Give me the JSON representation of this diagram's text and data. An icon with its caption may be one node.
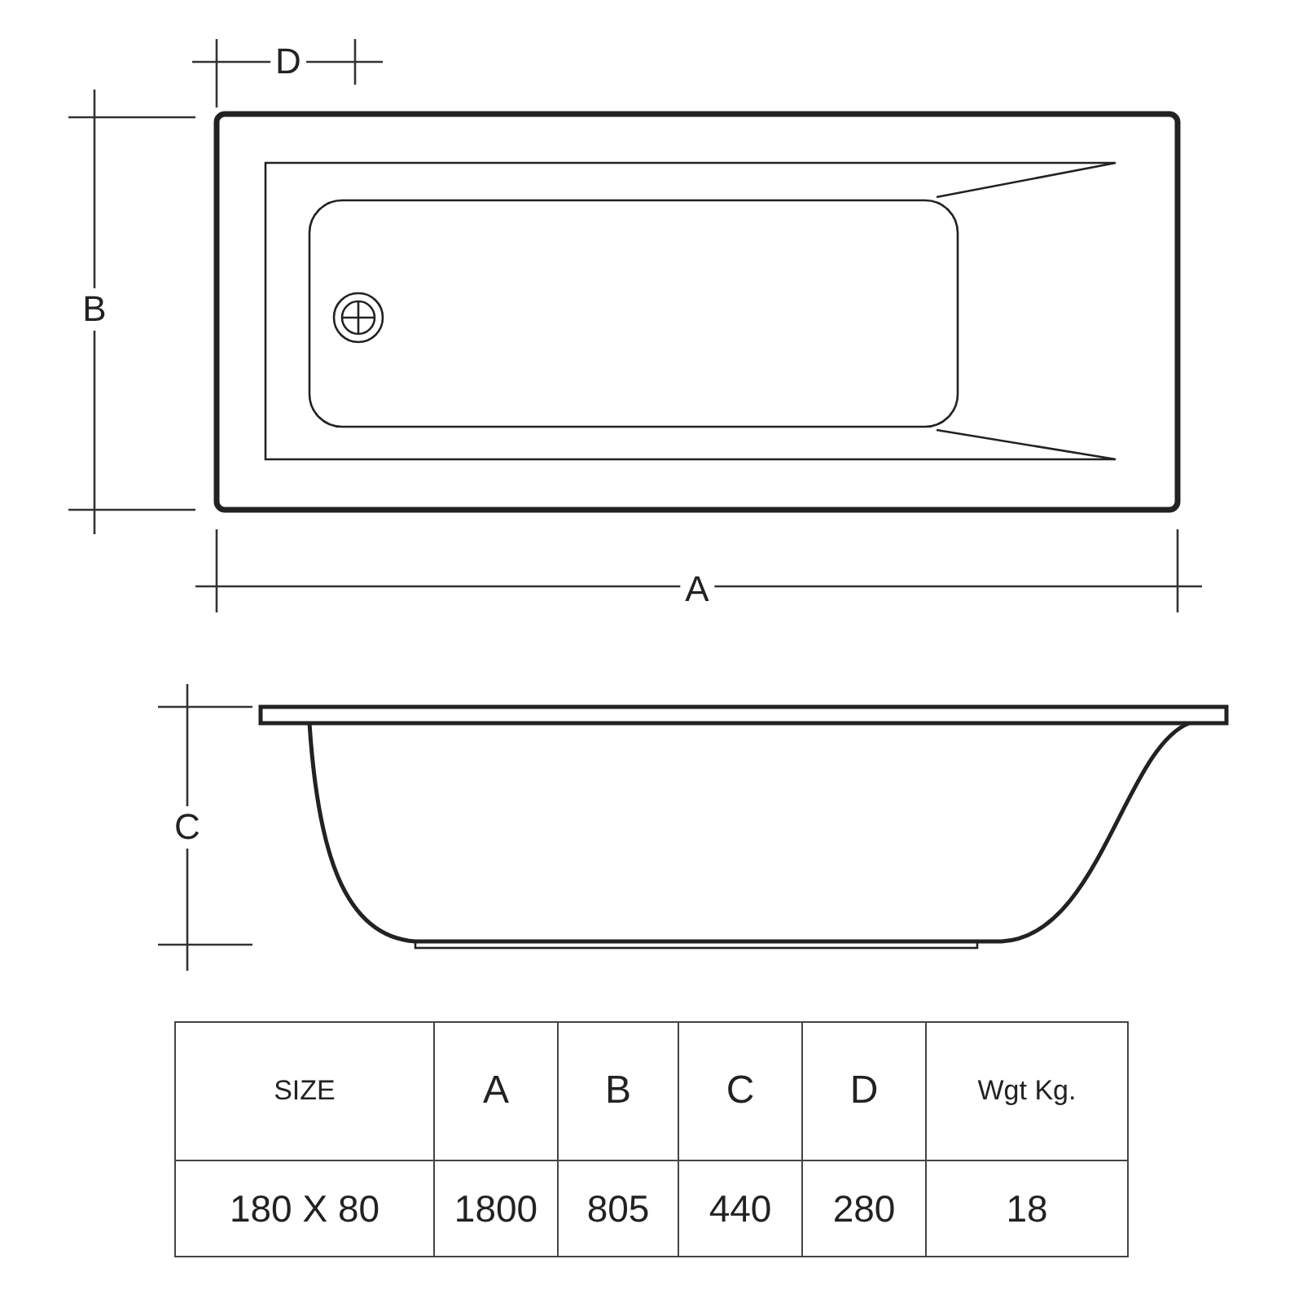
{
  "diagram": {
    "labels": [
      "D",
      "B",
      "A",
      "C",
      "SIZE",
      "A",
      "B",
      "C",
      "D",
      "Wgt Kg.",
      "180 X 80",
      "1800",
      "805",
      "440",
      "280",
      "18"
    ]
  }
}
